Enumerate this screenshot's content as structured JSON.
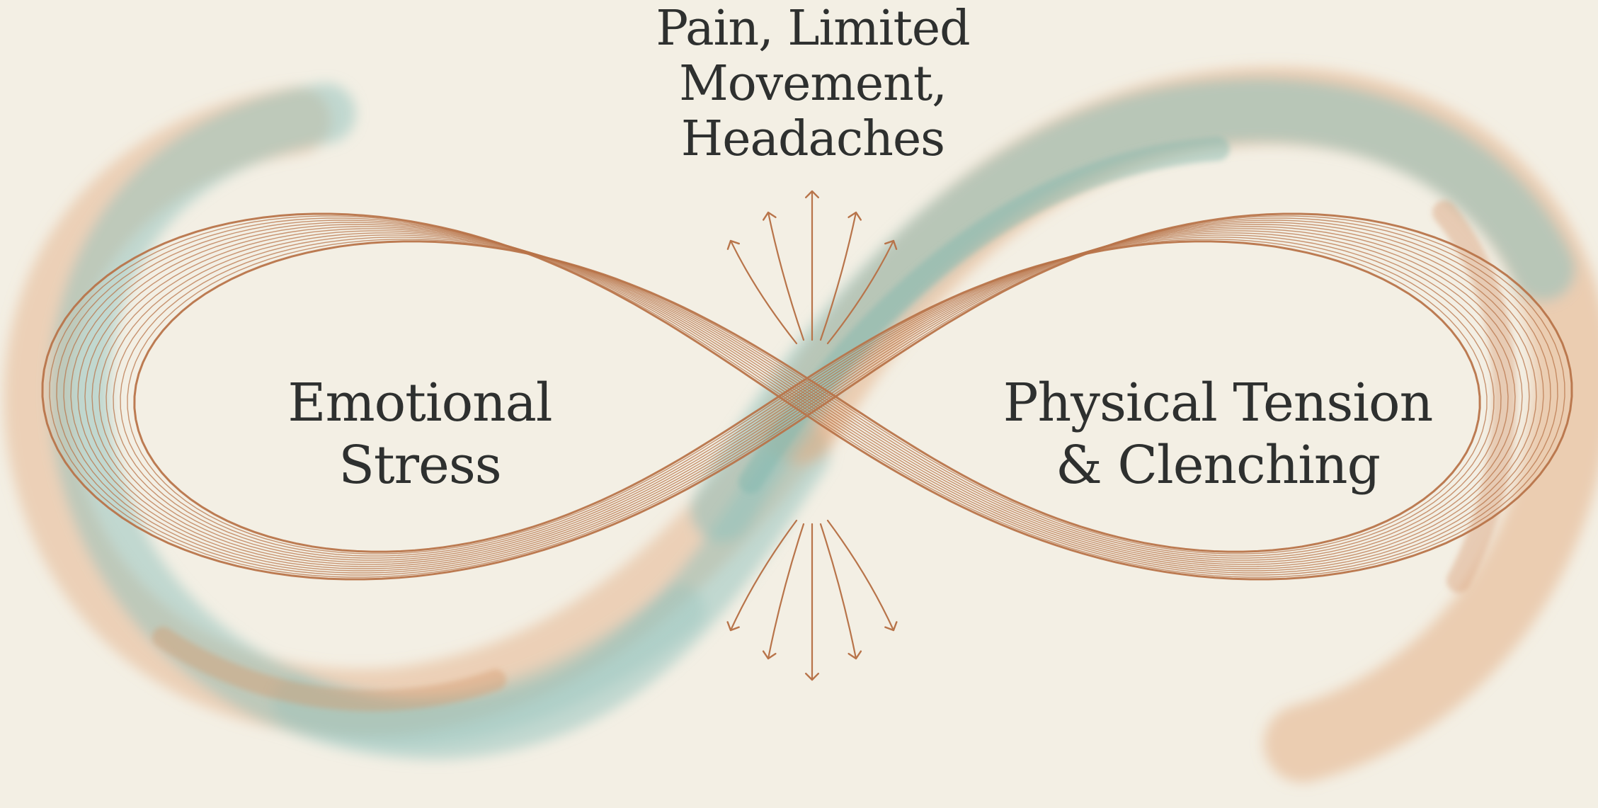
{
  "diagram": {
    "top_label": [
      "Pain, Limited",
      "Movement,",
      "Headaches"
    ],
    "left_label": [
      "Emotional",
      "Stress"
    ],
    "right_label": [
      "Physical Tension",
      "& Clenching"
    ]
  },
  "colors": {
    "background": "#f3efe4",
    "text": "#2e302f",
    "copper": "#b8744a",
    "teal_wash": "#8fc1bb",
    "peach_wash": "#e3ab80"
  }
}
